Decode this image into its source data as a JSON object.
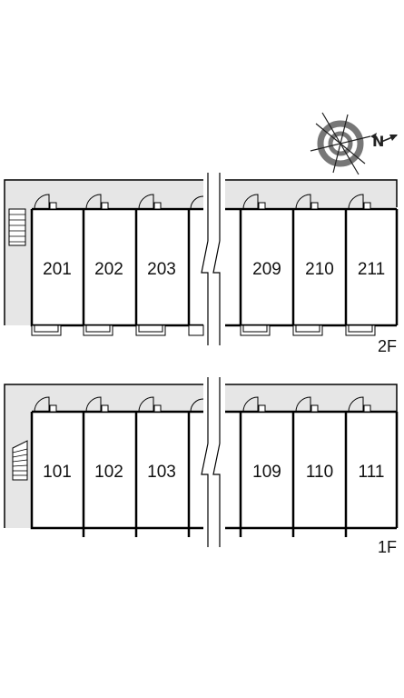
{
  "colors": {
    "corridor": "#e6e6e6",
    "wall": "#000000",
    "compass_ring": "#777777"
  },
  "compass": {
    "label": "N",
    "icon": "compass-rose-icon"
  },
  "floors": [
    {
      "id": "2F",
      "label": "2F",
      "rooms_left": [
        "201",
        "202",
        "203"
      ],
      "rooms_right": [
        "209",
        "210",
        "211"
      ]
    },
    {
      "id": "1F",
      "label": "1F",
      "rooms_left": [
        "101",
        "102",
        "103"
      ],
      "rooms_right": [
        "109",
        "110",
        "111"
      ]
    }
  ]
}
